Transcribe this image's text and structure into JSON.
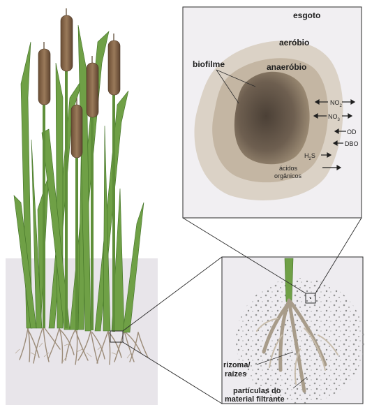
{
  "labels": {
    "esgoto": "esgoto",
    "aerobio": "aeróbio",
    "anaerobio": "anaeróbio",
    "biofilme": "biofilme",
    "no2": "NO",
    "no2_sub": "2",
    "no3": "NO",
    "no3_sub": "3",
    "od": "OD",
    "dbo": "DBO",
    "h2s": "H",
    "h2s_sub": "2",
    "h2s_tail": "S",
    "acidos_1": "ácidos",
    "acidos_2": "orgânicos",
    "rizoma_1": "rizoma/",
    "rizoma_2": "raízes",
    "particulas_1": "partículas do",
    "particulas_2": "material filtrante"
  },
  "colors": {
    "sewage": "#d9cfc3",
    "aerobic": "#c3b5a1",
    "anaerobic_center": "#4f4338",
    "anaerobic_edge": "#9b8a75",
    "panel_bg": "#f1eff2",
    "soil": "#e9e6ea",
    "leaf": "#6fa046",
    "leaf_dark": "#3f6f24",
    "cattail": "#8a6a4c",
    "root": "#8f7f6e",
    "stroke": "#3a3a3a"
  },
  "icons": {
    "arrows": "left-right-arrow-icon"
  }
}
